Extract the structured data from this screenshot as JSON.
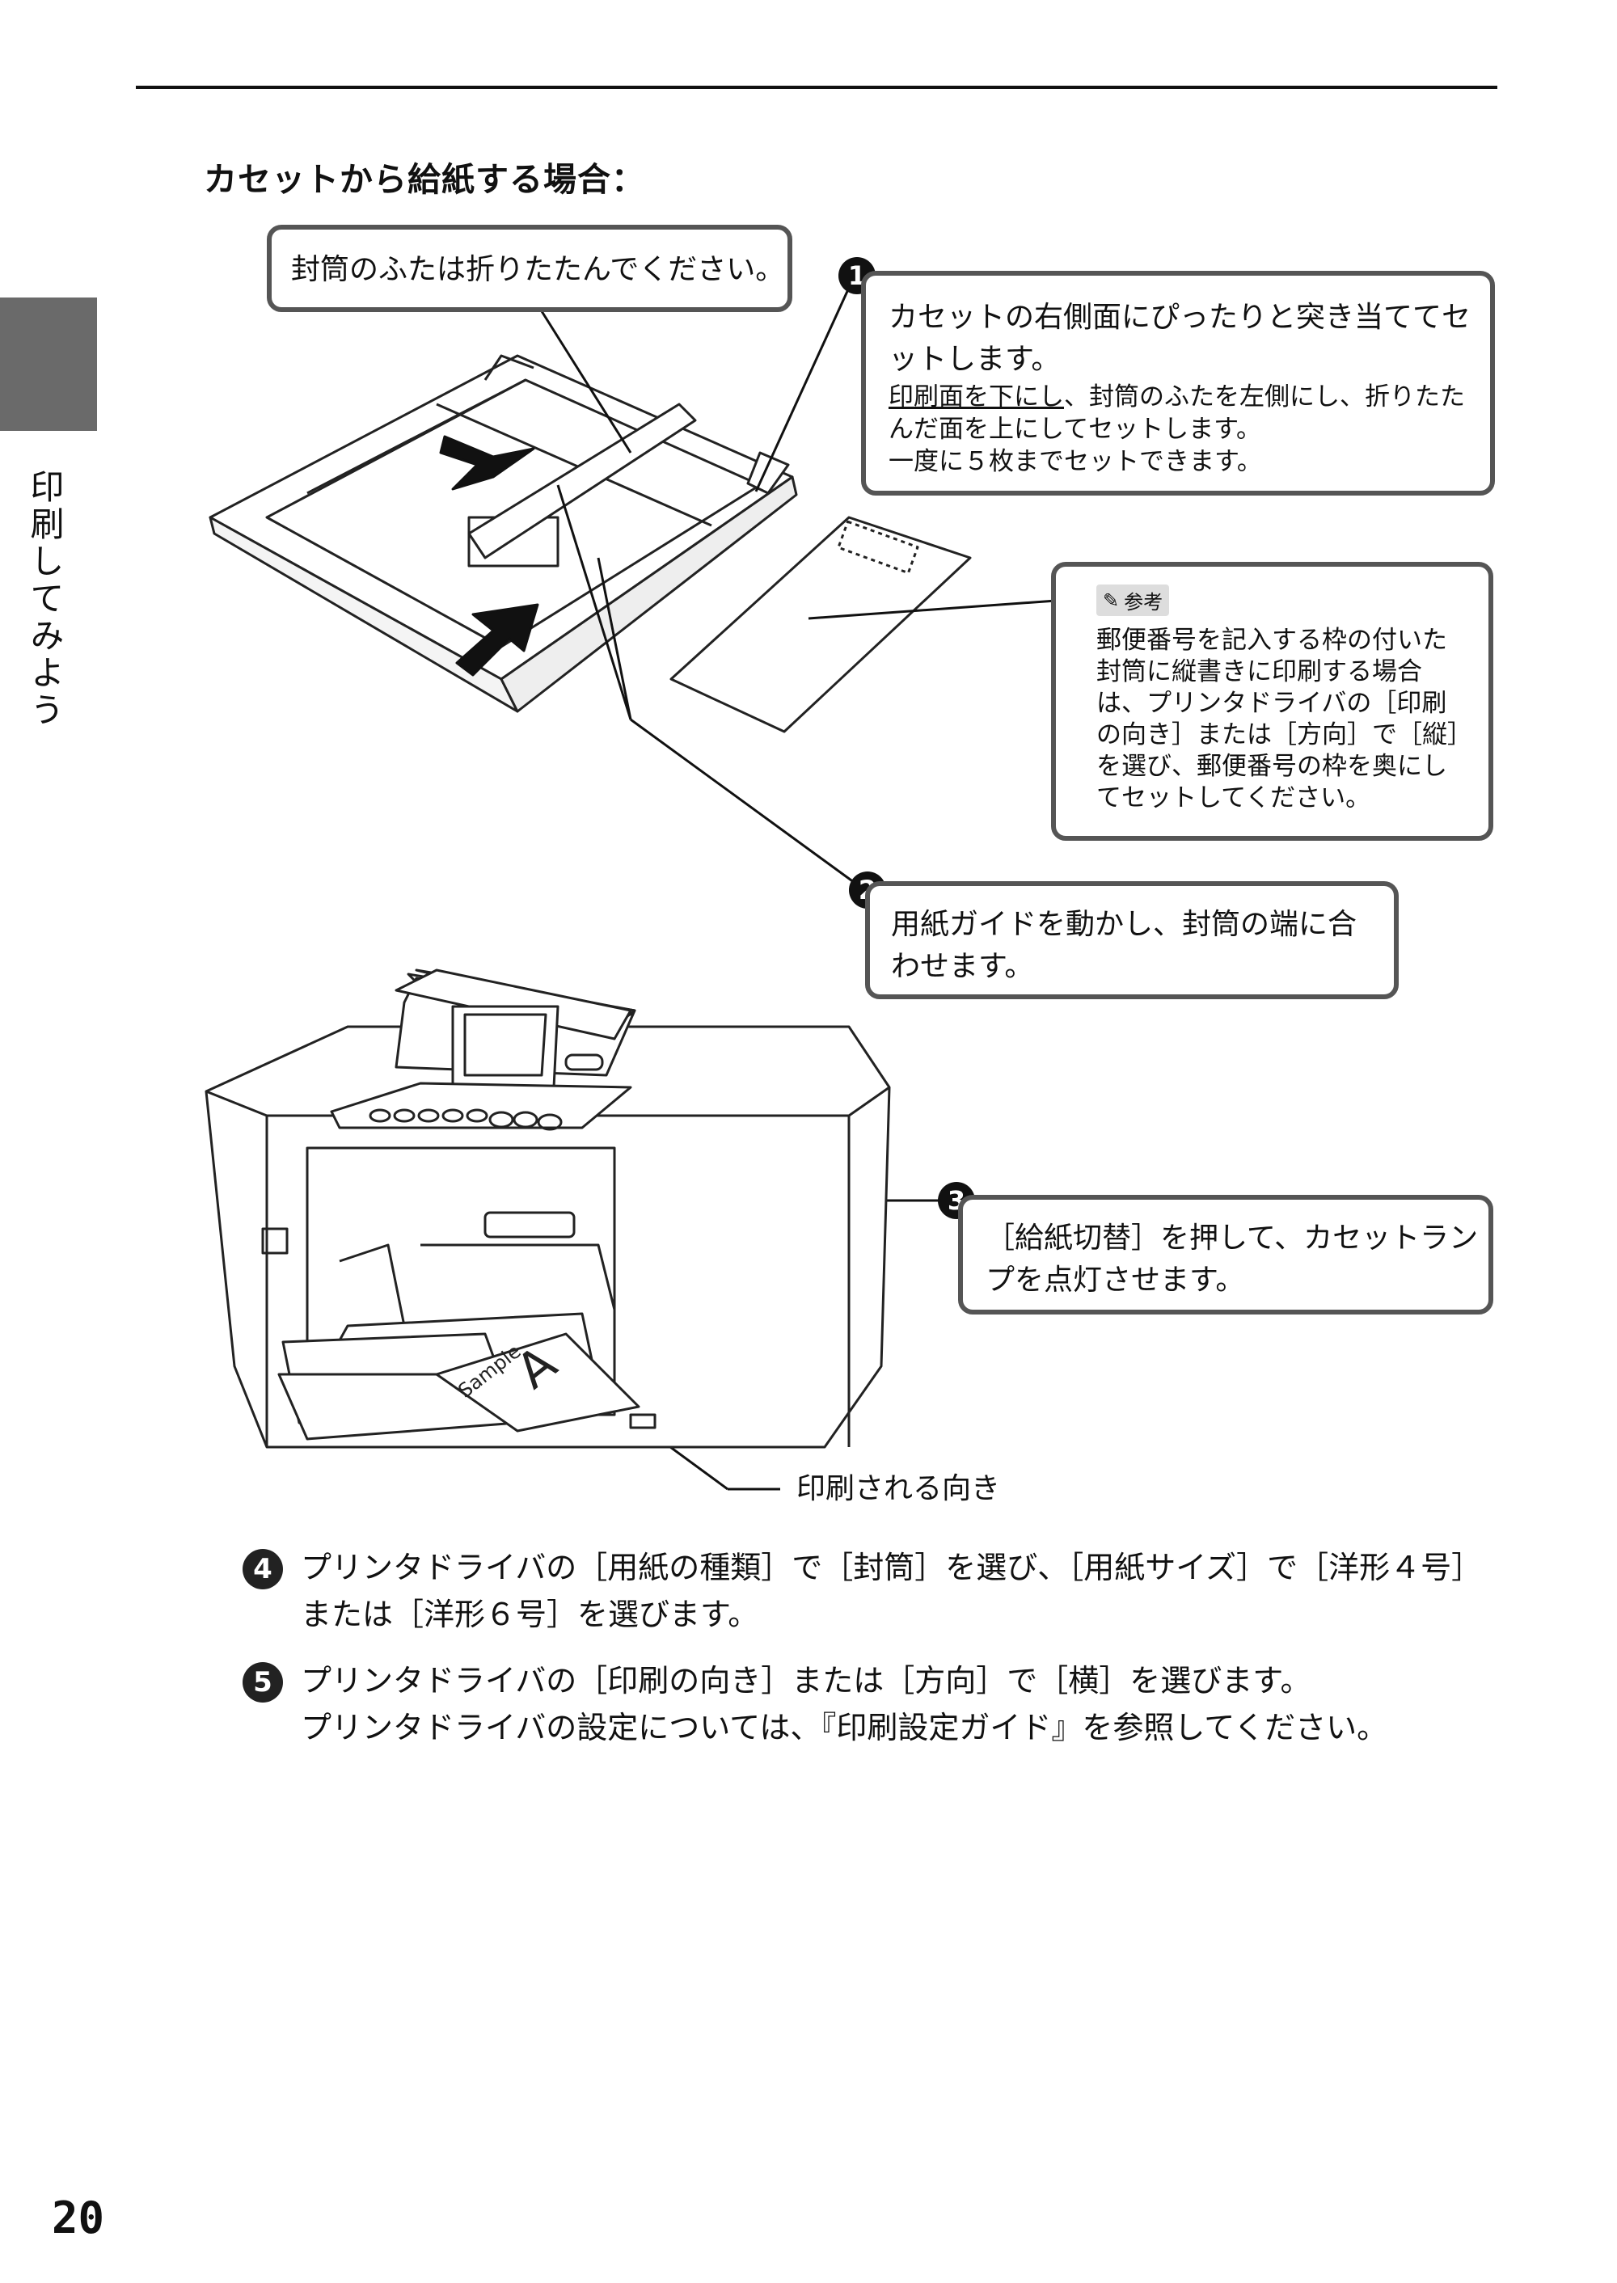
{
  "section_heading": "カセットから給紙する場合：",
  "side_label": "印刷してみよう",
  "page_number": "20",
  "callouts": {
    "flap_note": "封筒のふたは折りたたんでください。",
    "step1": {
      "number": "1",
      "title": "カセットの右側面にぴったりと突き当ててセットします。",
      "detail_underlined": "印刷面を下にし",
      "detail_rest": "、封筒のふたを左側にし、折りたたんだ面を上にしてセットします。",
      "detail_line3": "一度に５枚までセットできます。"
    },
    "reference": {
      "tag": "参考",
      "text": "郵便番号を記入する枠の付いた封筒に縦書きに印刷する場合は、プリンタドライバの［印刷の向き］または［方向］で［縦］を選び、郵便番号の枠を奥にしてセットしてください。"
    },
    "step2": {
      "number": "2",
      "text": "用紙ガイドを動かし、封筒の端に合わせます。"
    },
    "step3": {
      "number": "3",
      "text": "［給紙切替］を押して、カセットランプを点灯させます。"
    },
    "print_direction": "印刷される向き"
  },
  "illustration": {
    "sample_label": "Sample",
    "sample_letter": "A"
  },
  "steps": [
    {
      "number": "4",
      "line1": "プリンタドライバの［用紙の種類］で［封筒］を選び、［用紙サイズ］で［洋形４号］",
      "line2": "または［洋形６号］を選びます。"
    },
    {
      "number": "5",
      "line1": "プリンタドライバの［印刷の向き］または［方向］で［横］を選びます。",
      "line2": "プリンタドライバの設定については、『印刷設定ガイド』を参照してください。"
    }
  ],
  "colors": {
    "box_border": "#555555",
    "side_tab": "#6a6a6a"
  }
}
